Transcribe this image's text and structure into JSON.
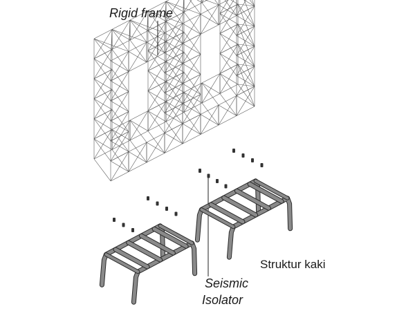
{
  "labels": {
    "rigid_frame": "Rigid frame",
    "legs": "Struktur kaki",
    "isolator_line1": "Seismic",
    "isolator_line2": "Isolator"
  },
  "colors": {
    "frame": "#555555",
    "legs_fill": "#8a8a8a",
    "legs_edge": "#2a2a2a",
    "isolator": "#333333",
    "text": "#1a1a1a"
  }
}
